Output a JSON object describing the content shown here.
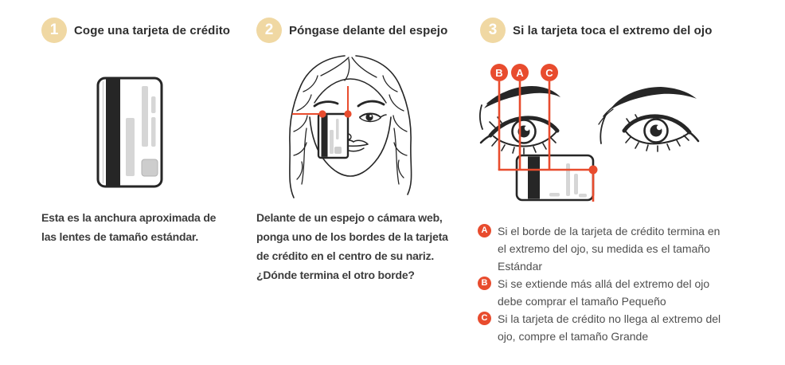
{
  "page": {
    "language": "es",
    "background": "#ffffff"
  },
  "colors": {
    "step_badge": "#F0D8A3",
    "marker": "#E84C2E",
    "ink": "#262626",
    "heading_text": "#2E2E2E",
    "body_text": "#3D3D3D",
    "option_text": "#4F4F4F"
  },
  "steps": [
    {
      "number": "1",
      "title": "Coge una tarjeta de crédito",
      "illustration": "credit-card-vertical-illustration",
      "description_lines": [
        "Esta es la anchura aproximada de",
        "las lentes de tamaño estándar."
      ]
    },
    {
      "number": "2",
      "title": "Póngase delante del espejo",
      "illustration": "face-with-credit-card-illustration",
      "description_lines": [
        "Delante de un espejo o cámara web,",
        "ponga uno de los bordes de la tarjeta",
        "de crédito en el centro de su nariz.",
        "¿Dónde termina el otro borde?"
      ]
    },
    {
      "number": "3",
      "title": "Si la tarjeta toca el extremo del ojo",
      "illustration": "eyes-with-card-markers-illustration",
      "options": [
        {
          "letter": "A",
          "lines": [
            "Si el borde de la tarjeta de crédito termina en",
            "el extremo del ojo, su medida es el tamaño",
            "Estándar"
          ]
        },
        {
          "letter": "B",
          "lines": [
            "Si se extiende más allá del extremo del ojo",
            "debe comprar el tamaño Pequeño"
          ]
        },
        {
          "letter": "C",
          "lines": [
            "Si la tarjeta de crédito no llega al extremo del",
            "ojo, compre el tamaño Grande"
          ]
        }
      ]
    }
  ],
  "eye_diagram_markers": [
    "B",
    "A",
    "C"
  ]
}
